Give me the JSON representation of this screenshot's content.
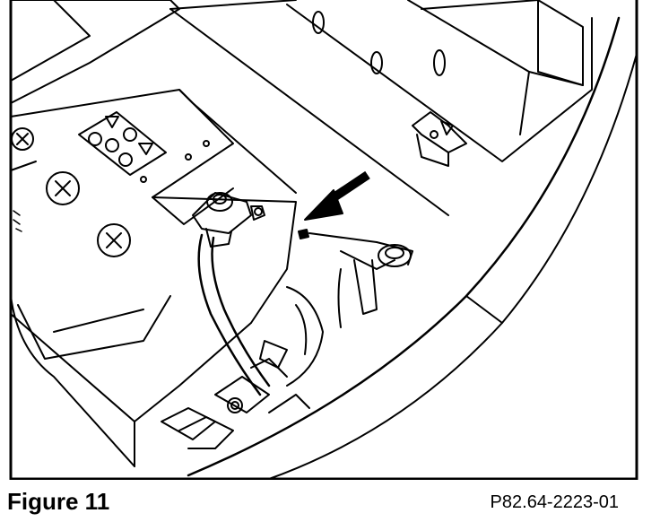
{
  "figure": {
    "caption": "Figure 11",
    "reference_code": "P82.64-2223-01"
  },
  "illustration": {
    "subject": "battery-compartment-with-ground-cable",
    "stroke_color": "#000000",
    "fill_color": "#ffffff"
  }
}
